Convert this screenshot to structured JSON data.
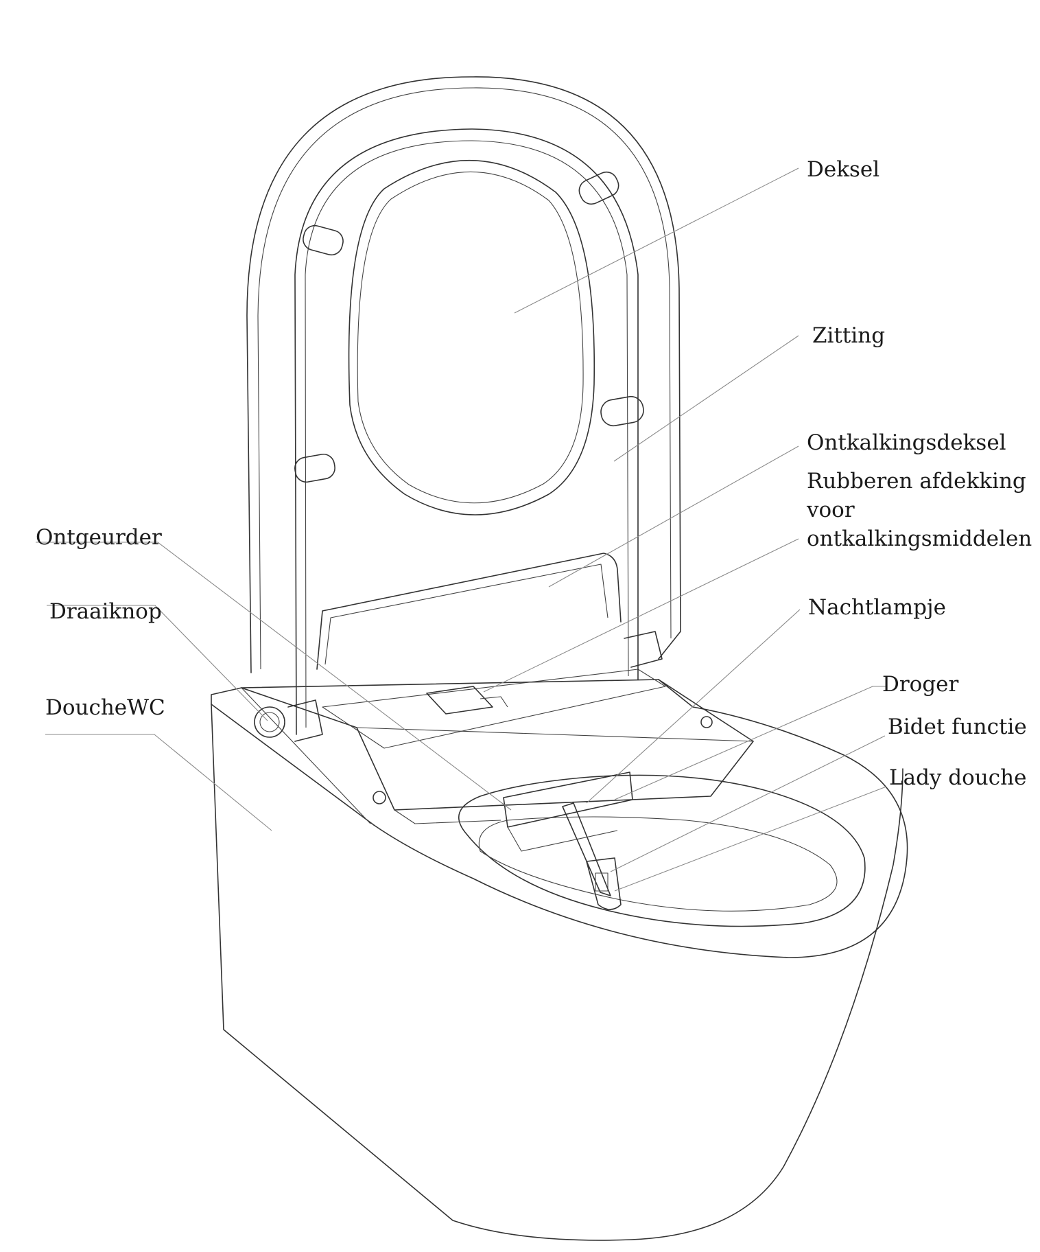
{
  "labels": {
    "deksel": "Deksel",
    "zitting": "Zitting",
    "ontkalkingsdeksel": "Ontkalkingsdeksel",
    "rubberen_line1": "Rubberen afdekking",
    "rubberen_line2": "voor",
    "rubberen_line3": "ontkalkingsmiddelen",
    "ontgeurder": "Ontgeurder",
    "draaiknop": "Draaiknop",
    "nachtlampje": "Nachtlampje",
    "douchewc": "DoucheWC",
    "droger": "Droger",
    "bidet_functie": "Bidet functie",
    "lady_douche": "Lady douche"
  },
  "colors": {
    "line": "#333333",
    "leader": "#8a8a8a",
    "text": "#1a1a1a",
    "background": "#ffffff"
  }
}
